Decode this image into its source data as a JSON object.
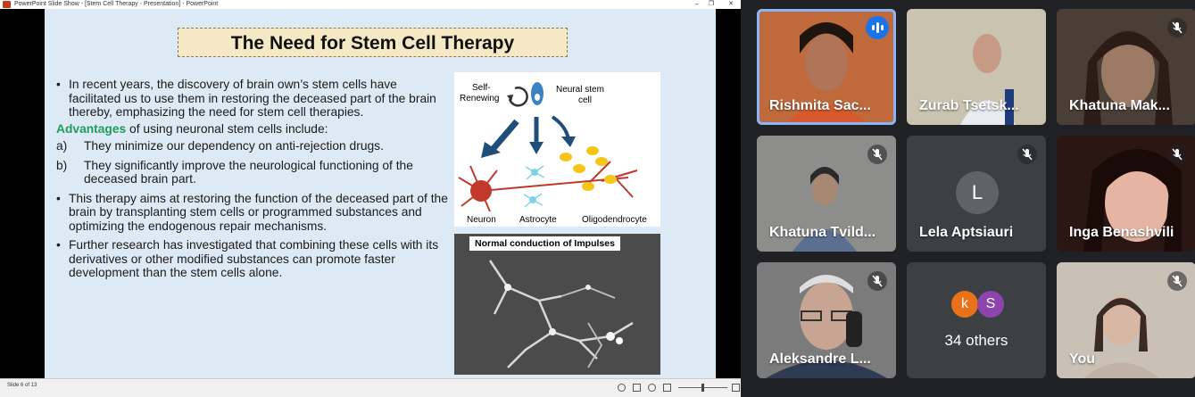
{
  "window": {
    "title": "PowerPoint Slide Show - [Stem Cell Therapy - Presentation] - PowerPoint",
    "minimize": "–",
    "restore": "❐",
    "close": "✕"
  },
  "slide": {
    "title": "The Need for Stem Cell Therapy",
    "bullet1": "In recent years, the discovery of brain own’s stem cells have facilitated us to use them in restoring the deceased part of the brain thereby, emphasizing the need for stem cell therapies.",
    "advantages_bold": "Advantages",
    "advantages_rest": " of using neuronal stem cells include:",
    "item_a_label": "a)",
    "item_a": "They minimize our dependency on anti-rejection drugs.",
    "item_b_label": "b)",
    "item_b": "They significantly improve the neurological functioning of the deceased brain part.",
    "bullet2": "This therapy aims at restoring the function of the deceased part of the brain by transplanting stem cells or programmed substances and optimizing the endogenous repair mechanisms.",
    "bullet3": "Further research has investigated that combining these cells with its derivatives or other modified substances can promote faster development than the stem cells alone.",
    "bullet_char": "•",
    "diagram": {
      "self_renewing_1": "Self-",
      "self_renewing_2": "Renewing",
      "neural_1": "Neural stem",
      "neural_2": "cell",
      "neuron": "Neuron",
      "astrocyte": "Astrocyte",
      "oligo": "Oligodendrocyte"
    },
    "micrograph_label": "Normal conduction of Impulses"
  },
  "statusbar": {
    "slide_number": "Slide 6 of 13"
  },
  "colors": {
    "advantages": "#1f9c56",
    "slide_bg": "#dde9f5",
    "title_box": "#f4e9c4",
    "speaking_border": "#8ab4f8",
    "avatar_k": "#e8711a",
    "avatar_s": "#8e44ad"
  },
  "participants": [
    {
      "name": "Rishmita Sac...",
      "state": "speaking"
    },
    {
      "name": "Zurab Tsetsk...",
      "state": "video"
    },
    {
      "name": "Khatuna Mak...",
      "state": "muted"
    },
    {
      "name": "Khatuna Tvild...",
      "state": "muted"
    },
    {
      "name": "Lela Aptsiauri",
      "initial": "L",
      "state": "muted"
    },
    {
      "name": "Inga Benashvili",
      "state": "muted"
    },
    {
      "name": "Aleksandre L...",
      "state": "muted"
    },
    {
      "others_label": "34 others",
      "avatar1": "k",
      "avatar2": "S"
    },
    {
      "name": "You",
      "state": "muted"
    }
  ]
}
